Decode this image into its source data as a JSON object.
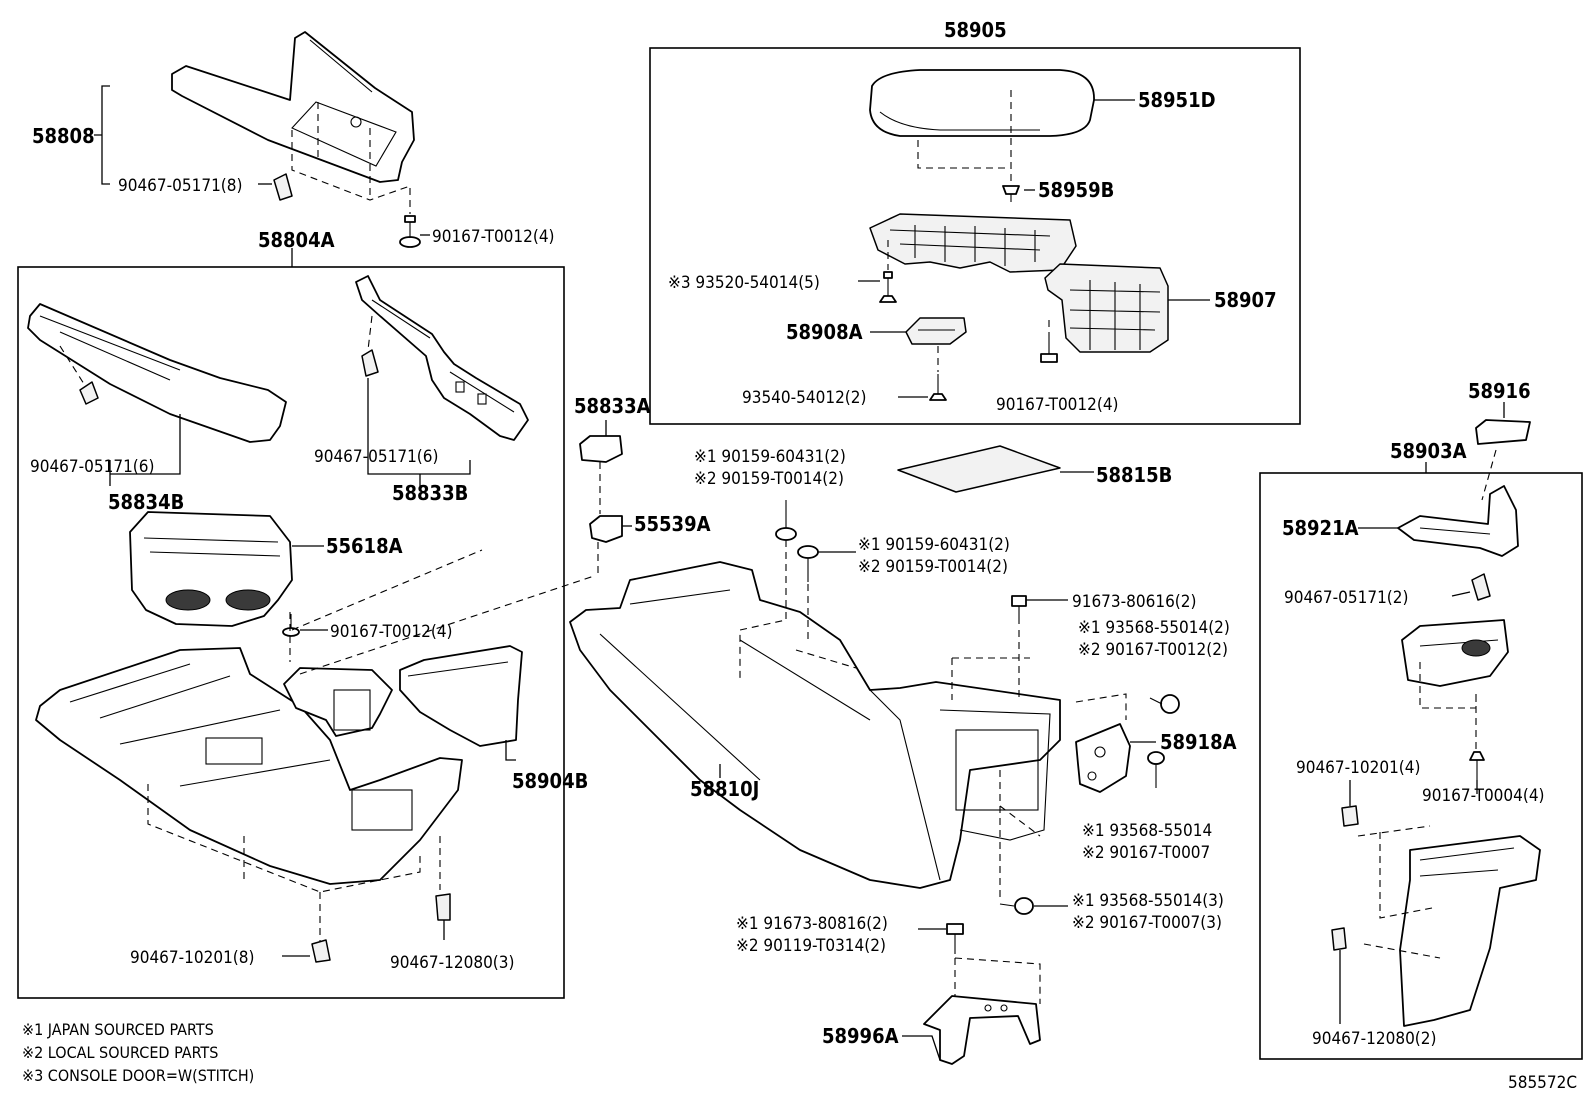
{
  "labels": {
    "l58905": "58905",
    "l58951D": "58951D",
    "l58959B": "58959B",
    "l93520": "※3 93520-54014(5)",
    "l58907": "58907",
    "l58908A": "58908A",
    "l93540": "93540-54012(2)",
    "l90167_t0012_box": "90167-T0012(4)",
    "l58808": "58808",
    "l90467_05171_8": "90467-05171(8)",
    "l90167_t0012_top": "90167-T0012(4)",
    "l58804A": "58804A",
    "l90467_05171_6a": "90467-05171(6)",
    "l58834B": "58834B",
    "l90467_05171_6b": "90467-05171(6)",
    "l58833B": "58833B",
    "l55618A": "55618A",
    "l90167_t0012_mid": "90167-T0012(4)",
    "l58904B": "58904B",
    "l90467_10201_8": "90467-10201(8)",
    "l90467_12080_3": "90467-12080(3)",
    "l58833A": "58833A",
    "l55539A": "55539A",
    "l90159_a1": "※1 90159-60431(2)",
    "l90159_a2": "※2 90159-T0014(2)",
    "l90159_b1": "※1 90159-60431(2)",
    "l90159_b2": "※2 90159-T0014(2)",
    "l58815B": "58815B",
    "l91673_80616": "91673-80616(2)",
    "l93568_a1": "※1 93568-55014(2)",
    "l90167_a2": "※2 90167-T0012(2)",
    "l58918A": "58918A",
    "l93568_b1": "※1 93568-55014",
    "l90167_b2": "※2 90167-T0007",
    "l93568_c1": "※1 93568-55014(3)",
    "l90167_c2": "※2 90167-T0007(3)",
    "l58810J": "58810J",
    "l91673_80816": "※1 91673-80816(2)",
    "l90119": "※2 90119-T0314(2)",
    "l58996A": "58996A",
    "l58916": "58916",
    "l58903A": "58903A",
    "l58921A": "58921A",
    "l90467_05171_2": "90467-05171(2)",
    "l90467_10201_4": "90467-10201(4)",
    "l90167_t0004": "90167-T0004(4)",
    "l90467_12080_2": "90467-12080(2)"
  },
  "notes": {
    "n1": "※1 JAPAN SOURCED PARTS",
    "n2": "※2 LOCAL SOURCED PARTS",
    "n3": "※3 CONSOLE DOOR=W(STITCH)"
  },
  "reference": "585572C"
}
